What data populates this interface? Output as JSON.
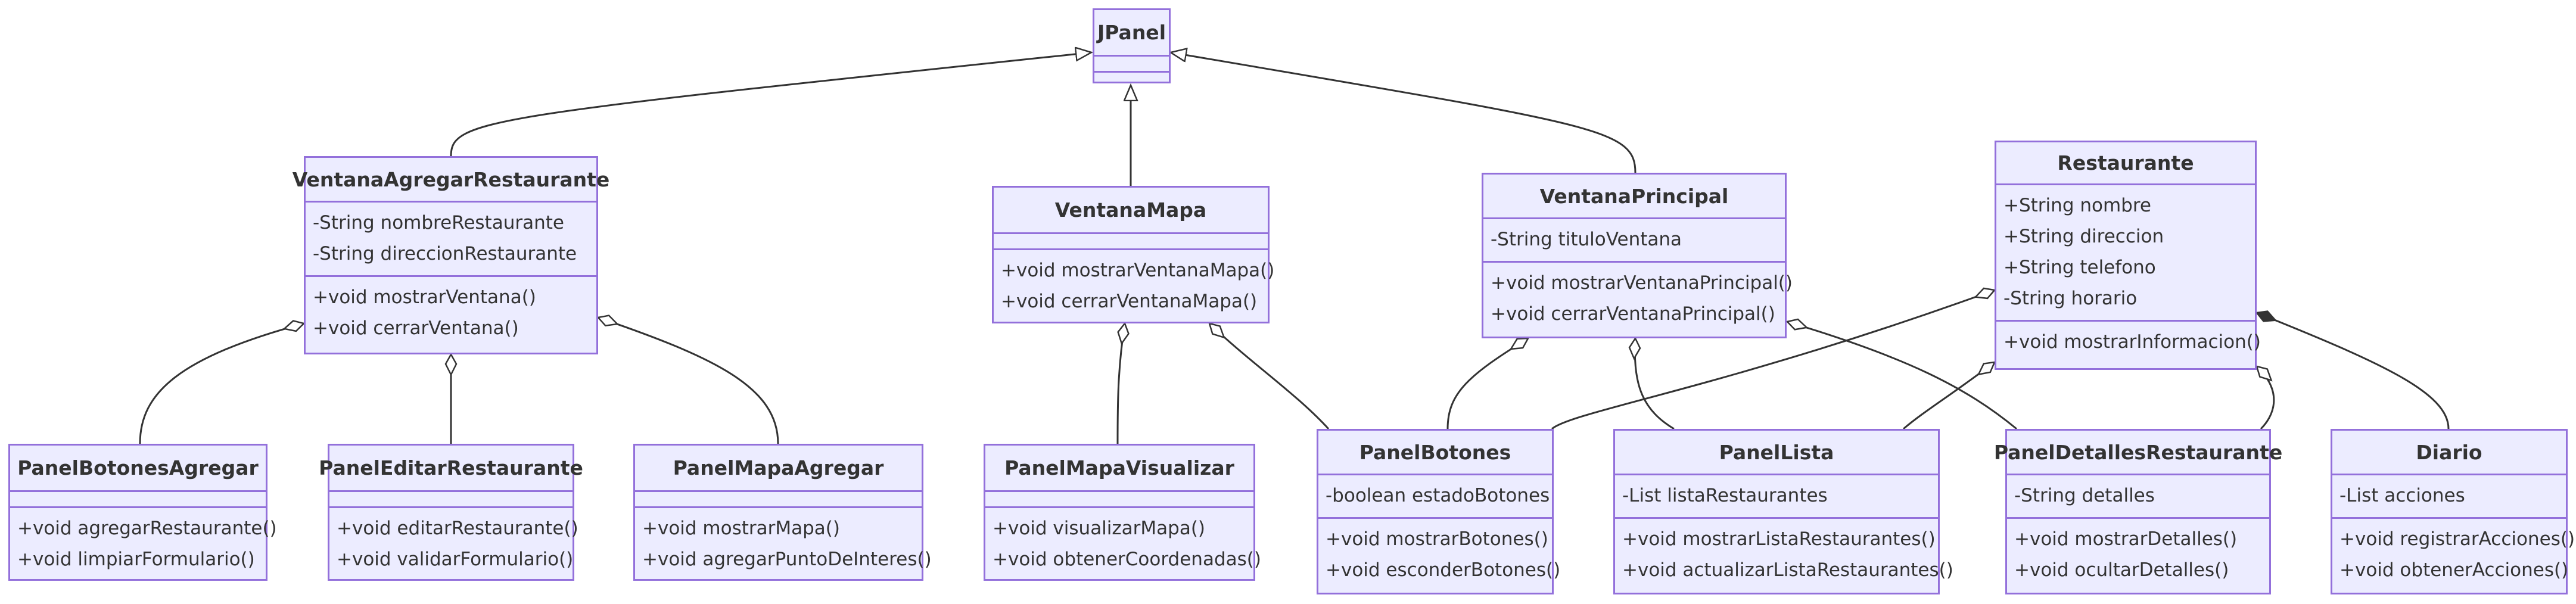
{
  "classes": {
    "jpanel": {
      "name": "JPanel",
      "attributes": [],
      "methods": []
    },
    "ventana_agregar_restaurante": {
      "name": "VentanaAgregarRestaurante",
      "attributes": [
        "-String nombreRestaurante",
        "-String direccionRestaurante"
      ],
      "methods": [
        "+void mostrarVentana()",
        "+void cerrarVentana()"
      ]
    },
    "ventana_mapa": {
      "name": "VentanaMapa",
      "attributes": [],
      "methods": [
        "+void mostrarVentanaMapa()",
        "+void cerrarVentanaMapa()"
      ]
    },
    "ventana_principal": {
      "name": "VentanaPrincipal",
      "attributes": [
        "-String tituloVentana"
      ],
      "methods": [
        "+void mostrarVentanaPrincipal()",
        "+void cerrarVentanaPrincipal()"
      ]
    },
    "restaurante": {
      "name": "Restaurante",
      "attributes": [
        "+String nombre",
        "+String direccion",
        "+String telefono",
        "-String horario"
      ],
      "methods": [
        "+void mostrarInformacion()"
      ]
    },
    "panel_botones_agregar": {
      "name": "PanelBotonesAgregar",
      "attributes": [],
      "methods": [
        "+void agregarRestaurante()",
        "+void limpiarFormulario()"
      ]
    },
    "panel_editar_restaurante": {
      "name": "PanelEditarRestaurante",
      "attributes": [],
      "methods": [
        "+void editarRestaurante()",
        "+void validarFormulario()"
      ]
    },
    "panel_mapa_agregar": {
      "name": "PanelMapaAgregar",
      "attributes": [],
      "methods": [
        "+void mostrarMapa()",
        "+void agregarPuntoDeInteres()"
      ]
    },
    "panel_mapa_visualizar": {
      "name": "PanelMapaVisualizar",
      "attributes": [],
      "methods": [
        "+void visualizarMapa()",
        "+void obtenerCoordenadas()"
      ]
    },
    "panel_botones": {
      "name": "PanelBotones",
      "attributes": [
        "-boolean estadoBotones"
      ],
      "methods": [
        "+void mostrarBotones()",
        "+void esconderBotones()"
      ]
    },
    "panel_lista": {
      "name": "PanelLista",
      "attributes": [
        "-List listaRestaurantes"
      ],
      "methods": [
        "+void mostrarListaRestaurantes()",
        "+void actualizarListaRestaurantes()"
      ]
    },
    "panel_detalles_restaurante": {
      "name": "PanelDetallesRestaurante",
      "attributes": [
        "-String detalles"
      ],
      "methods": [
        "+void mostrarDetalles()",
        "+void ocultarDetalles()"
      ]
    },
    "diario": {
      "name": "Diario",
      "attributes": [
        "-List acciones"
      ],
      "methods": [
        "+void registrarAcciones()",
        "+void obtenerAcciones()"
      ]
    }
  },
  "relationships": [
    {
      "from": "ventana_agregar_restaurante",
      "to": "jpanel",
      "type": "inheritance"
    },
    {
      "from": "ventana_mapa",
      "to": "jpanel",
      "type": "inheritance"
    },
    {
      "from": "ventana_principal",
      "to": "jpanel",
      "type": "inheritance"
    },
    {
      "from": "ventana_agregar_restaurante",
      "to": "panel_botones_agregar",
      "type": "aggregation"
    },
    {
      "from": "ventana_agregar_restaurante",
      "to": "panel_editar_restaurante",
      "type": "aggregation"
    },
    {
      "from": "ventana_agregar_restaurante",
      "to": "panel_mapa_agregar",
      "type": "aggregation"
    },
    {
      "from": "ventana_mapa",
      "to": "panel_mapa_visualizar",
      "type": "aggregation"
    },
    {
      "from": "ventana_mapa",
      "to": "panel_botones",
      "type": "aggregation"
    },
    {
      "from": "ventana_principal",
      "to": "panel_botones",
      "type": "aggregation"
    },
    {
      "from": "ventana_principal",
      "to": "panel_lista",
      "type": "aggregation"
    },
    {
      "from": "ventana_principal",
      "to": "panel_detalles_restaurante",
      "type": "aggregation"
    },
    {
      "from": "restaurante",
      "to": "panel_botones",
      "type": "aggregation"
    },
    {
      "from": "restaurante",
      "to": "panel_lista",
      "type": "aggregation"
    },
    {
      "from": "restaurante",
      "to": "panel_detalles_restaurante",
      "type": "aggregation"
    },
    {
      "from": "restaurante",
      "to": "diario",
      "type": "composition"
    }
  ],
  "colors": {
    "box_fill": "#ececff",
    "box_border": "#9370db",
    "edge": "#333333"
  }
}
